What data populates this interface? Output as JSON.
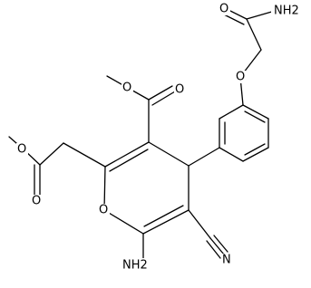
{
  "atom_labels": {
    "amide_nh2": "NH2",
    "amide_o": "O",
    "ether_o": "O",
    "ester_carbonyl_o": "O",
    "ester_alkoxy_o": "O",
    "side_ester_alkoxy_o": "O",
    "side_ester_carbonyl_o": "O",
    "ring_o": "O",
    "amino_nh2": "NH2",
    "nitrile_n": "N"
  },
  "colors": {
    "bond": "#000000",
    "text": "#000000",
    "background": "#ffffff"
  }
}
